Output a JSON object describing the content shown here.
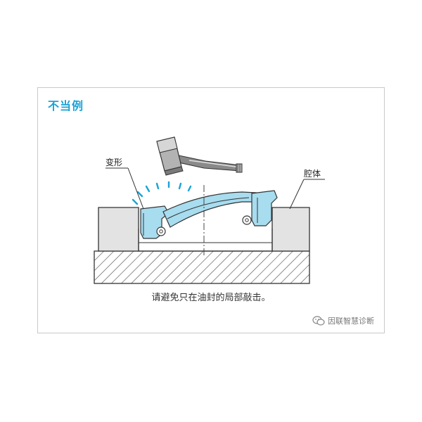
{
  "heading": "不当例",
  "labels": {
    "deformation": "变形",
    "housing": "腔体"
  },
  "caption": "请避免只在油封的局部敲击。",
  "watermark": {
    "text": "因联智慧诊断",
    "icon": "wechat-icon"
  },
  "colors": {
    "accent": "#1aa3d6",
    "seal": "#a8dcef",
    "housing": "#e3e3e3",
    "line": "#333333"
  }
}
